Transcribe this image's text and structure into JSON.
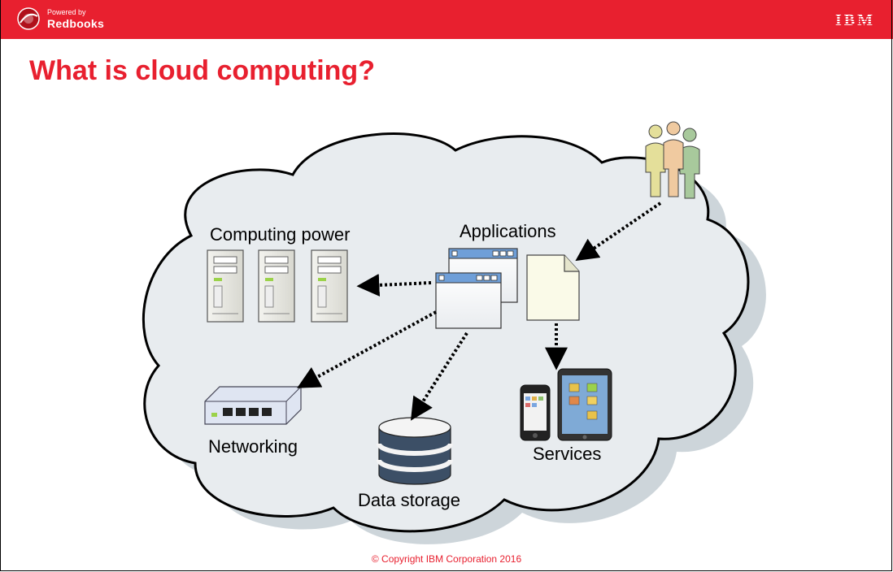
{
  "header": {
    "powered_by": "Powered by",
    "brand": "Redbooks",
    "company": "IBM"
  },
  "slide": {
    "title": "What is cloud computing?"
  },
  "labels": {
    "computing_power": "Computing power",
    "applications": "Applications",
    "networking": "Networking",
    "data_storage": "Data storage",
    "services": "Services"
  },
  "footer": {
    "copyright": "© Copyright IBM Corporation 2016"
  },
  "colors": {
    "brand_red": "#e8202f",
    "cloud_fill": "#e6eaee",
    "cloud_shadow": "#cfd6db",
    "arrow": "#000000"
  },
  "icons": [
    "redbooks-logo",
    "users-icon",
    "server-icon",
    "application-window-icon",
    "document-icon",
    "network-switch-icon",
    "database-icon",
    "smartphone-icon",
    "tablet-icon"
  ]
}
